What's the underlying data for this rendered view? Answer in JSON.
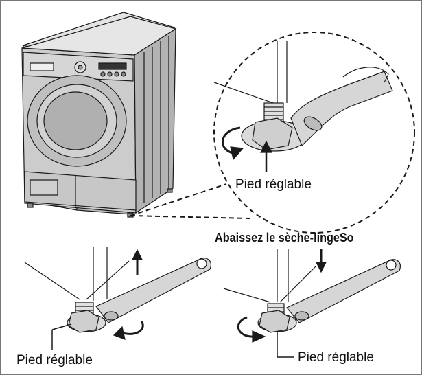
{
  "labels": {
    "adjustable_foot_zoom": "Pied réglable",
    "adjustable_foot_left": "Pied réglable",
    "adjustable_foot_right": "Pied réglable",
    "lower_dryer": "Abaissez le sèche-lingeSo"
  },
  "colors": {
    "line": "#1a1a1a",
    "machine_gray": "#cfcfcf",
    "machine_shade": "#b5b5b5",
    "foot_gray": "#d9d9d9"
  }
}
